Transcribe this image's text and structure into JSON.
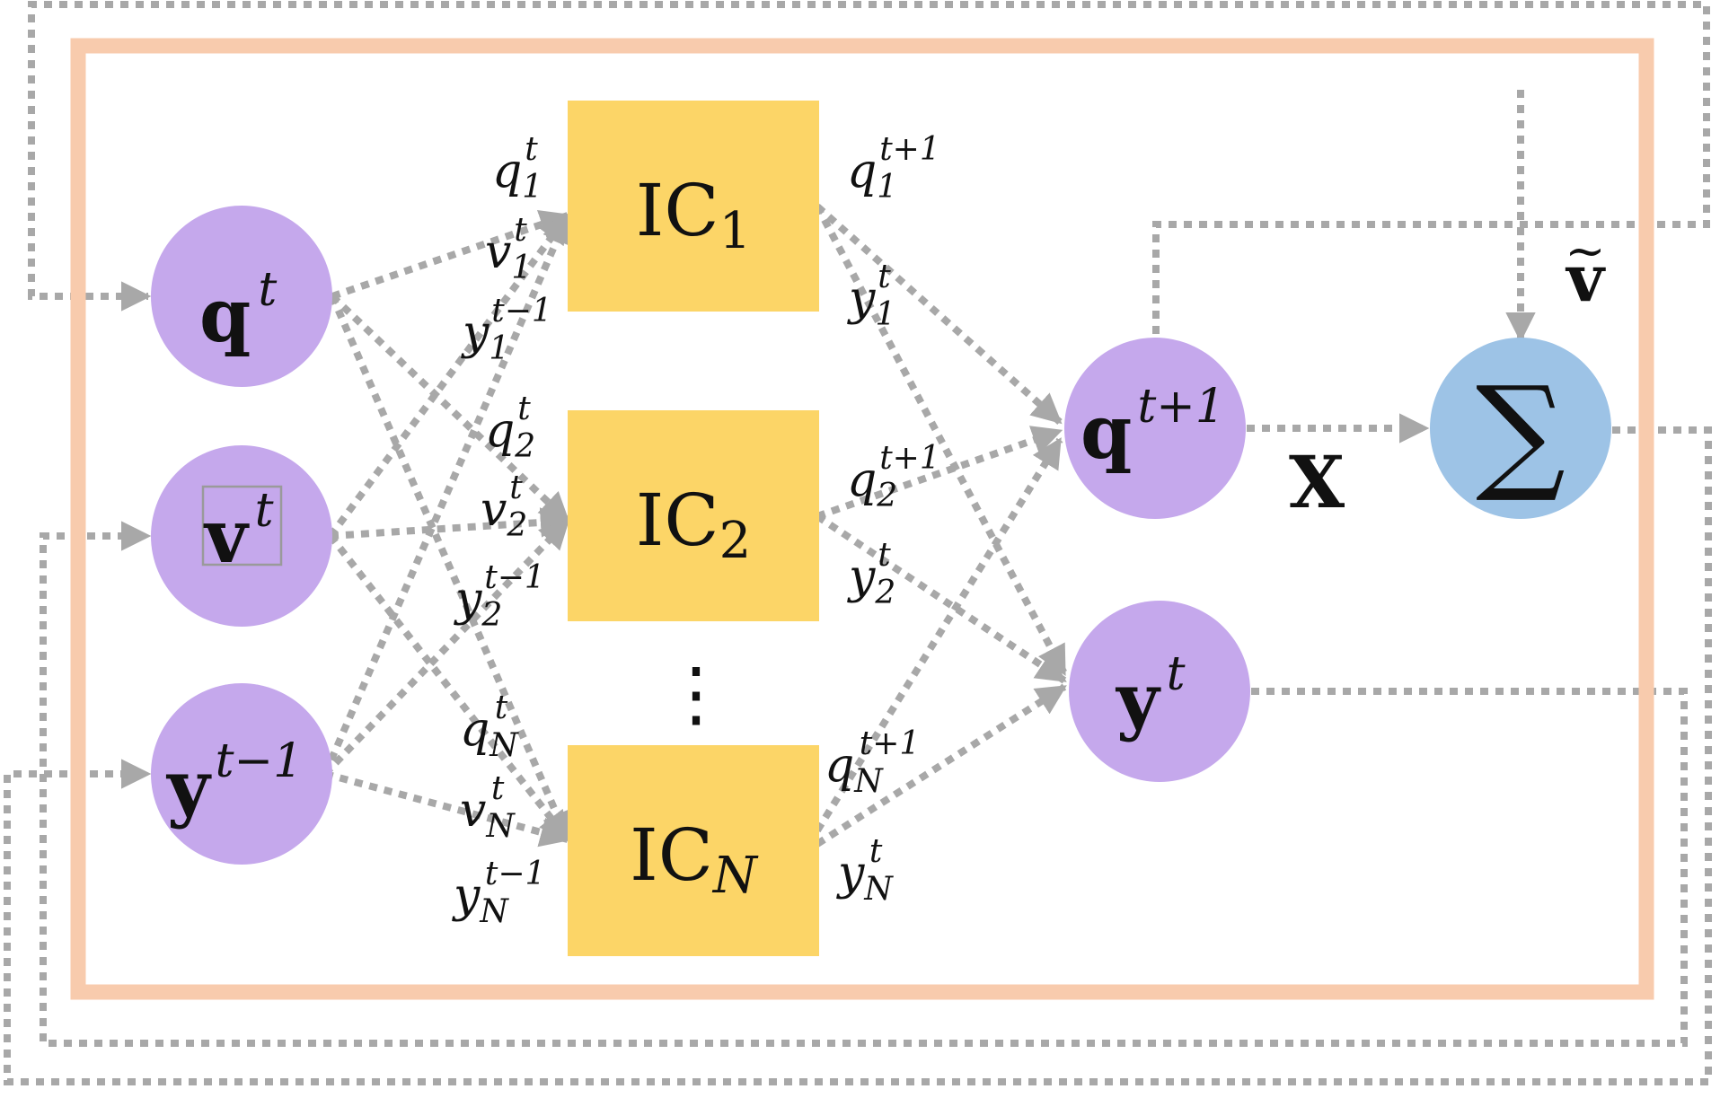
{
  "colors": {
    "frame": "#f8cbad",
    "node": "#c5a8ec",
    "sum_node": "#9dc3e6",
    "ic_box": "#fcd567",
    "arrow": "#a8a8a8"
  },
  "nodes": {
    "q": {
      "base": "q",
      "sup": "t"
    },
    "v": {
      "base": "v",
      "sup": "t"
    },
    "y_prev": {
      "base": "y",
      "sup": "t−1"
    },
    "q_next": {
      "base": "q",
      "sup": "t+1"
    },
    "y": {
      "base": "y",
      "sup": "t"
    },
    "sum": {
      "symbol": "∑"
    }
  },
  "ic_boxes": [
    {
      "label": "IC",
      "sub": "1"
    },
    {
      "label": "IC",
      "sub": "2"
    },
    {
      "label": "IC",
      "sub": "N"
    }
  ],
  "ellipsis": "⋮",
  "input_labels": [
    {
      "q": {
        "b": "q",
        "sub": "1",
        "sup": "t"
      },
      "v": {
        "b": "v",
        "sub": "1",
        "sup": "t"
      },
      "y": {
        "b": "y",
        "sub": "1",
        "sup": "t−1"
      }
    },
    {
      "q": {
        "b": "q",
        "sub": "2",
        "sup": "t"
      },
      "v": {
        "b": "v",
        "sub": "2",
        "sup": "t"
      },
      "y": {
        "b": "y",
        "sub": "2",
        "sup": "t−1"
      }
    },
    {
      "q": {
        "b": "q",
        "sub": "N",
        "sup": "t"
      },
      "v": {
        "b": "v",
        "sub": "N",
        "sup": "t"
      },
      "y": {
        "b": "y",
        "sub": "N",
        "sup": "t−1"
      }
    }
  ],
  "output_labels": [
    {
      "q": {
        "b": "q",
        "sub": "1",
        "sup": "t+1"
      },
      "y": {
        "b": "y",
        "sub": "1",
        "sup": "t"
      }
    },
    {
      "q": {
        "b": "q",
        "sub": "2",
        "sup": "t+1"
      },
      "y": {
        "b": "y",
        "sub": "2",
        "sup": "t"
      }
    },
    {
      "q": {
        "b": "q",
        "sub": "N",
        "sup": "t+1"
      },
      "y": {
        "b": "y",
        "sub": "N",
        "sup": "t"
      }
    }
  ],
  "x_label": "X",
  "v_tilde": {
    "base": "v",
    "accent": "~"
  }
}
